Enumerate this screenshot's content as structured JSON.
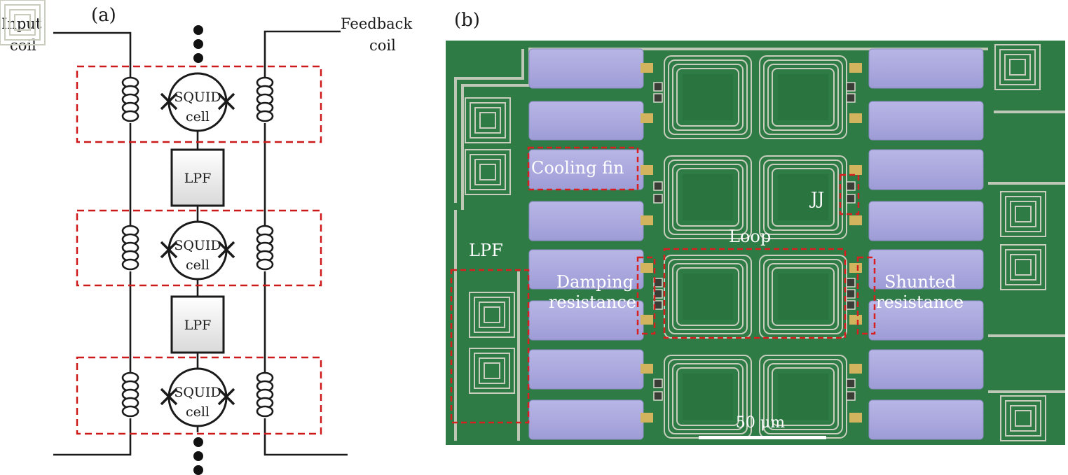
{
  "panel_a": {
    "label": "(a)",
    "input_coil": [
      "Input",
      "coil"
    ],
    "feedback_coil": [
      "Feedback",
      "coil"
    ],
    "squid_cells": [
      {
        "line1": "SQUID",
        "line2": "cell"
      },
      {
        "line1": "SQUID",
        "line2": "cell"
      },
      {
        "line1": "SQUID",
        "line2": "cell"
      }
    ],
    "lpf_boxes": [
      "LPF",
      "LPF"
    ]
  },
  "panel_b": {
    "label": "(b)",
    "annotations": {
      "cooling_fin": "Cooling fin",
      "jj": "JJ",
      "loop": "Loop",
      "lpf": "LPF",
      "damping": [
        "Damping",
        "resistance"
      ],
      "shunted": [
        "Shunted",
        "resistance"
      ]
    },
    "scale_bar": "50 μm"
  },
  "colors": {
    "chip_green": "#2f7d46",
    "pad_lavender": "#a9a7dd",
    "trace_gray": "#c7cbc0",
    "dashed_red": "#cc1a1a",
    "gold": "#c9a852"
  }
}
